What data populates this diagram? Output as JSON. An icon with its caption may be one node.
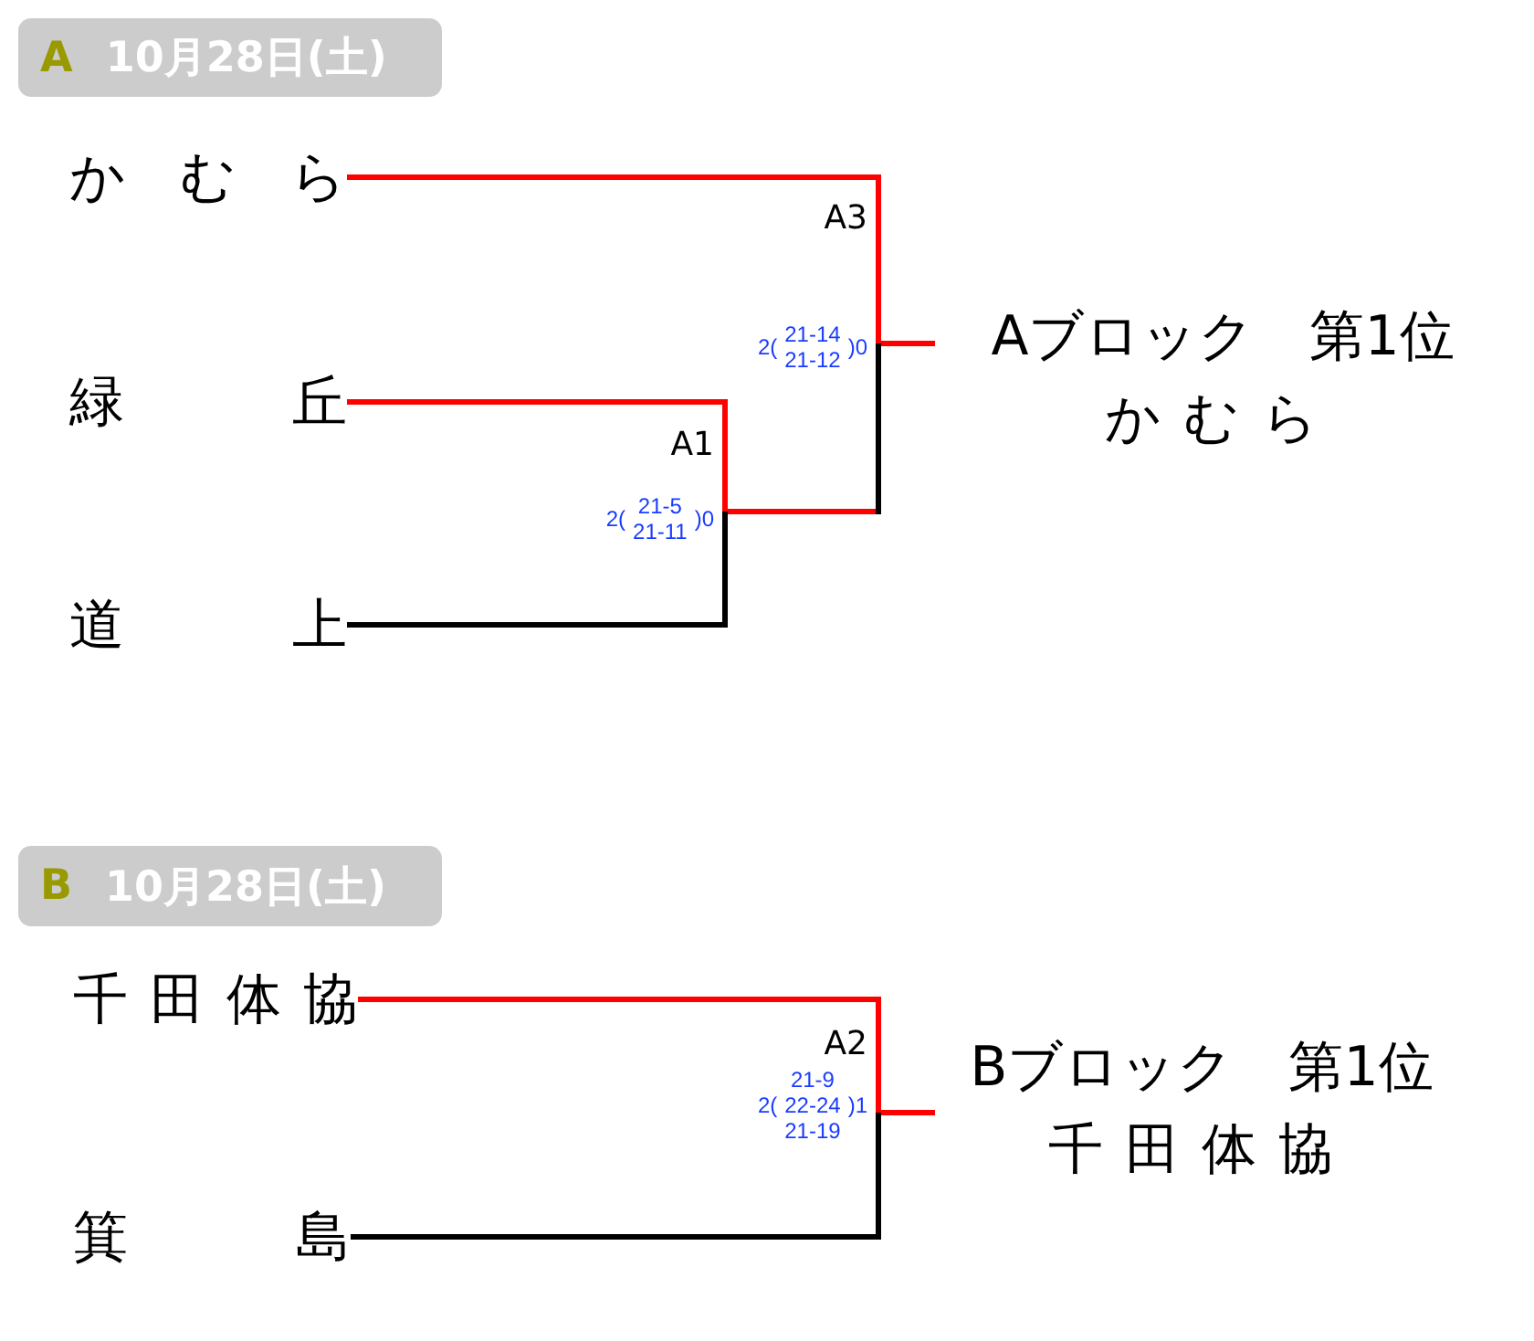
{
  "diagram": {
    "nodes": [
      {
        "text": [
          "A",
          "10月28日(土)"
        ]
      },
      {
        "text": [
          "かむら"
        ]
      },
      {
        "text": [
          "緑丘"
        ]
      },
      {
        "text": [
          "道上"
        ]
      },
      {
        "text": [
          "A1"
        ],
        "beside": [
          "2(",
          "21-5",
          "21-11",
          ")0"
        ]
      },
      {
        "text": [
          "A3"
        ],
        "beside": [
          "2(",
          "21-14",
          "21-12",
          ")0"
        ]
      },
      {
        "text": [
          "Aブロック　第1位",
          "かむら"
        ]
      },
      {
        "text": [
          "B",
          "10月28日(土)"
        ]
      },
      {
        "text": [
          "千田体協"
        ]
      },
      {
        "text": [
          "箕島"
        ]
      },
      {
        "text": [
          "A2"
        ],
        "beside": [
          "2(",
          "21-9",
          "22-24",
          "21-19",
          ")1"
        ]
      },
      {
        "text": [
          "Bブロック　第1位",
          "千田体協"
        ]
      }
    ],
    "edges": [
      {
        "from": 1,
        "to": 5,
        "arrow": "none"
      },
      {
        "from": 2,
        "to": 4,
        "arrow": "none"
      },
      {
        "from": 3,
        "to": 4,
        "arrow": "none",
        "color": "#000000"
      },
      {
        "from": 4,
        "to": 5,
        "arrow": "none"
      },
      {
        "from": 5,
        "to": 6,
        "arrow": "none"
      },
      {
        "from": 8,
        "to": 10,
        "arrow": "none"
      },
      {
        "from": 9,
        "to": 10,
        "arrow": "none",
        "color": "#000000"
      },
      {
        "from": 10,
        "to": 11,
        "arrow": "none"
      }
    ]
  }
}
